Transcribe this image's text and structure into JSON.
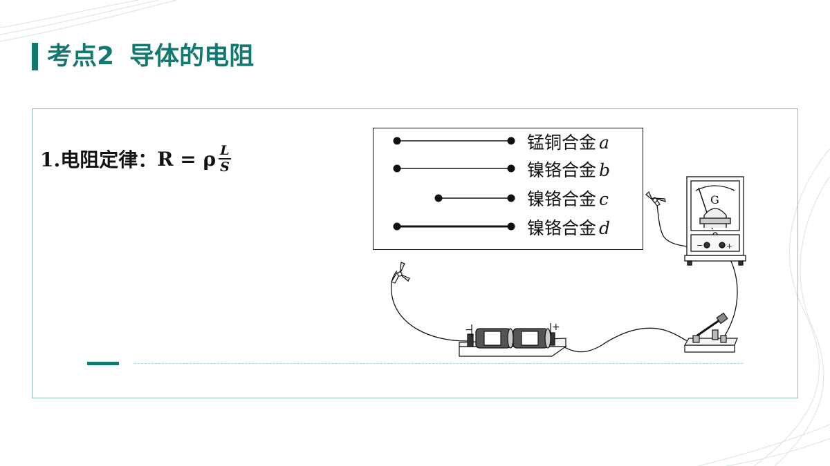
{
  "header": {
    "section": "考点2",
    "topic": "导体的电阻"
  },
  "law": {
    "prefix": "1.电阻定律：",
    "formula_lhs": "R = ρ",
    "numerator": "L",
    "denominator": "S"
  },
  "wires": [
    {
      "material": "锰铜合金",
      "letter": "a"
    },
    {
      "material": "镍铬合金",
      "letter": "b"
    },
    {
      "material": "镍铬合金",
      "letter": "c"
    },
    {
      "material": "镍铬合金",
      "letter": "d"
    }
  ],
  "galvanometer": {
    "symbol": "G",
    "minus": "−",
    "plus": "+"
  },
  "battery": {
    "minus": "−",
    "plus": "+"
  },
  "colors": {
    "accent": "#13786f",
    "box_border": "#8fbdb8",
    "dash": "#9ad3db"
  }
}
